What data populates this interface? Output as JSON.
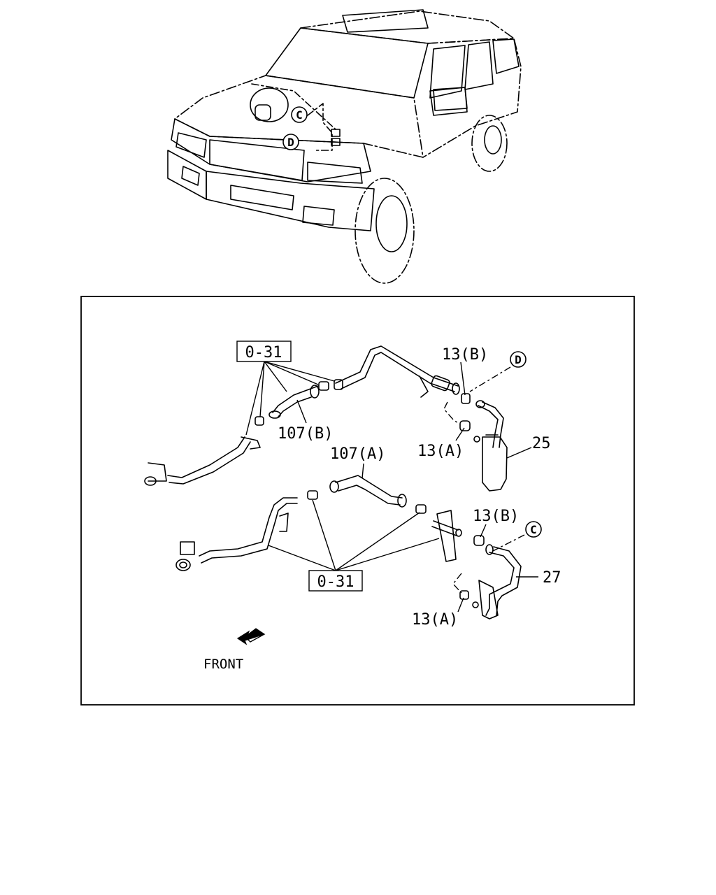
{
  "callouts": {
    "circle_c": "C",
    "circle_d": "D"
  },
  "groups": {
    "upper_box": "0-31",
    "lower_box": "0-31"
  },
  "parts": {
    "label_107b": "107(B)",
    "label_107a": "107(A)",
    "label_13b_upper": "13(B)",
    "label_13a_upper": "13(A)",
    "label_25": "25",
    "label_13b_lower": "13(B)",
    "label_27": "27",
    "label_13a_lower": "13(A)"
  },
  "orientation": {
    "front_label": "FRONT"
  }
}
